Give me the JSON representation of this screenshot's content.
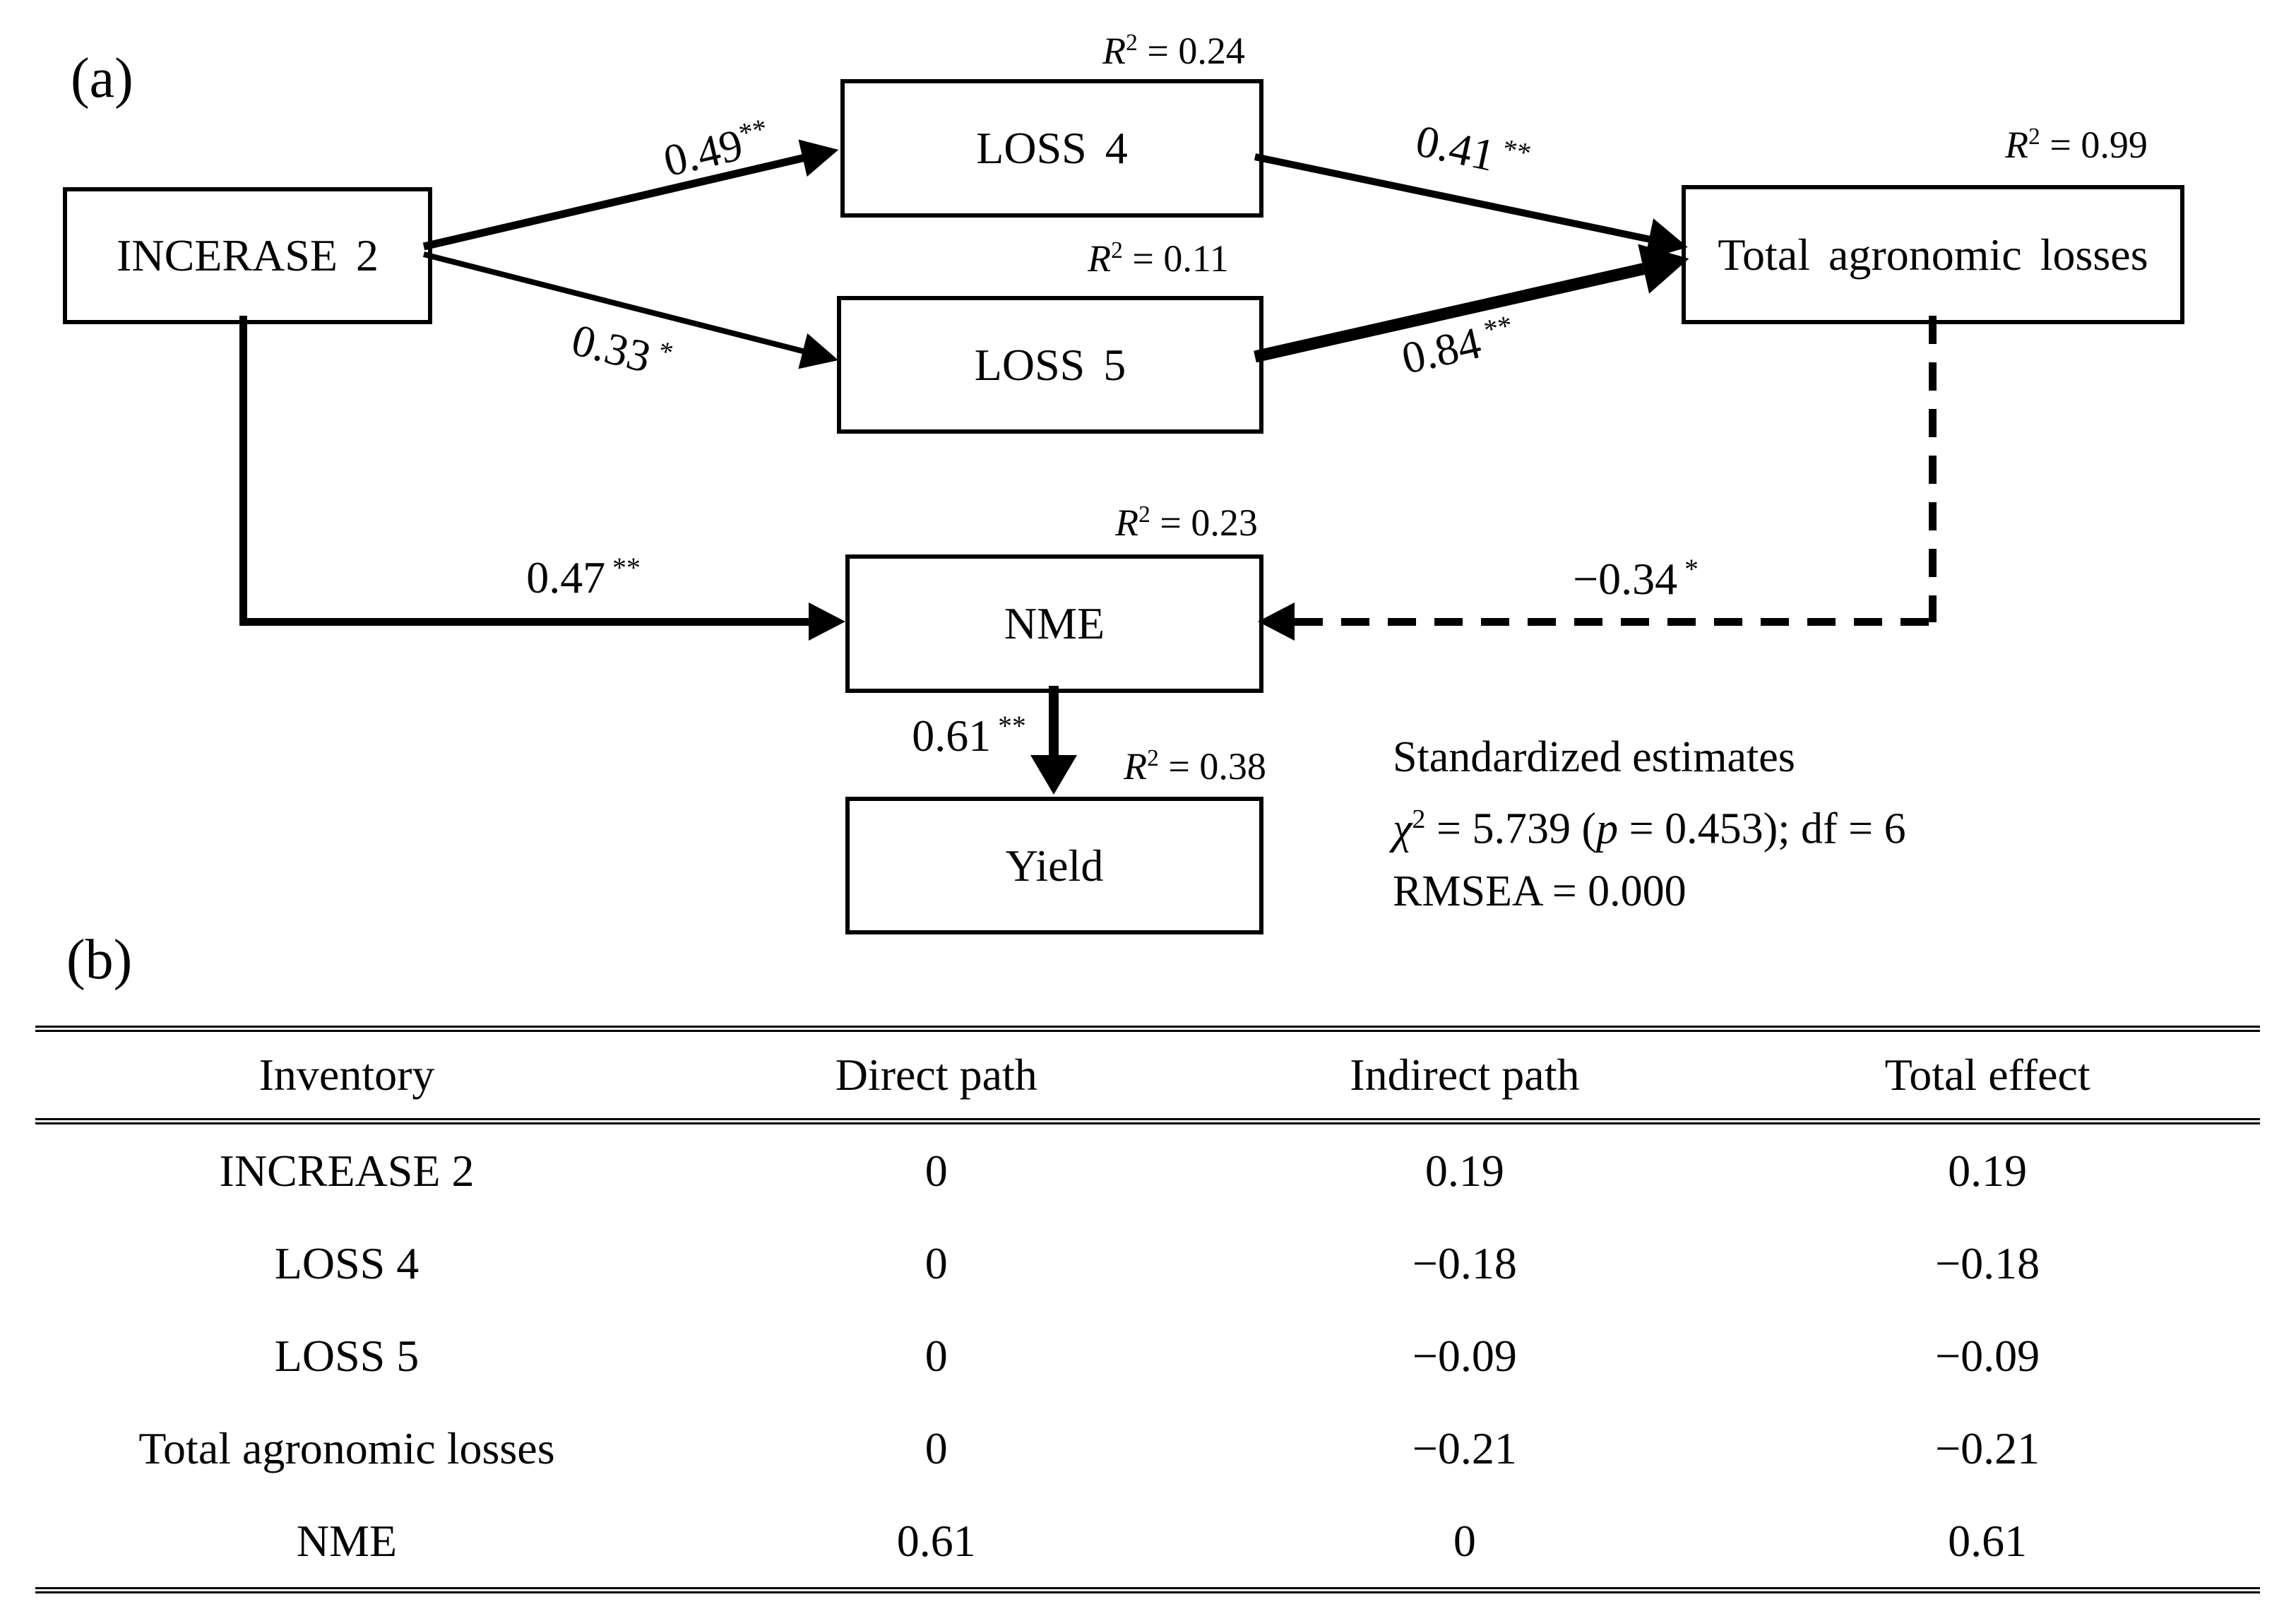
{
  "panel_a": {
    "label": "(a)",
    "boxes": {
      "increase2": "INCERASE 2",
      "loss4": "LOSS 4",
      "loss5": "LOSS 5",
      "total": "Total agronomic losses",
      "nme": "NME",
      "yield_box": "Yield"
    },
    "r_squared": {
      "sym": "R",
      "sup": "2",
      "eq": " = ",
      "loss4": "0.24",
      "loss5": "0.11",
      "total": "0.99",
      "nme": "0.23",
      "yield_box": "0.38"
    },
    "path_labels": {
      "inc_loss4": {
        "value": "0.49",
        "stars": "**"
      },
      "inc_loss5": {
        "value": "0.33",
        "stars": " *"
      },
      "loss4_total": {
        "value": "0.41",
        "stars": " **"
      },
      "loss5_total": {
        "value": "0.84",
        "stars": " **"
      },
      "inc_nme": {
        "value": "0.47",
        "stars": " **"
      },
      "total_nme": {
        "value": "−0.34",
        "stars": " *"
      },
      "nme_yield": {
        "value": "0.61",
        "stars": " **"
      }
    },
    "stats": {
      "line1": "Standardized estimates",
      "chi_sym": "χ",
      "chi_sup": "2",
      "chi_mid": " = 5.739 (",
      "p_sym": "p",
      "chi_end": " = 0.453); df = 6",
      "line3": "RMSEA = 0.000"
    }
  },
  "panel_b": {
    "label": "(b)",
    "headers": [
      "Inventory",
      "Direct path",
      "Indirect path",
      "Total effect"
    ],
    "rows": [
      {
        "name": "INCREASE 2",
        "direct": "0",
        "indirect": "0.19",
        "total": "0.19"
      },
      {
        "name": "LOSS 4",
        "direct": "0",
        "indirect": "−0.18",
        "total": "−0.18"
      },
      {
        "name": "LOSS 5",
        "direct": "0",
        "indirect": "−0.09",
        "total": "−0.09"
      },
      {
        "name": "Total agronomic losses",
        "direct": "0",
        "indirect": "−0.21",
        "total": "−0.21"
      },
      {
        "name": "NME",
        "direct": "0.61",
        "indirect": "0",
        "total": "0.61"
      }
    ]
  }
}
